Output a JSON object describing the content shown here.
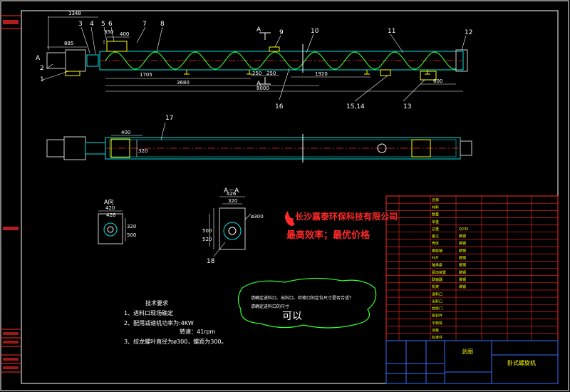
{
  "dimensions": {
    "top": [
      "1348",
      "885",
      "350",
      "400",
      "1705",
      "3680",
      "250",
      "250",
      "1920",
      "8000",
      "600"
    ],
    "plan": [
      "400",
      "320"
    ],
    "view_a": [
      "420",
      "426",
      "320",
      "500"
    ],
    "view_aa": [
      "426",
      "320",
      "500",
      "520",
      "ø300"
    ]
  },
  "part_numbers": [
    "1",
    "2",
    "3",
    "4",
    "5",
    "6",
    "7",
    "8",
    "9",
    "10",
    "11",
    "12",
    "13",
    "15,14",
    "16",
    "17",
    "18"
  ],
  "section_labels": {
    "a_arrow_top": "A",
    "a_arrow_bottom": "A",
    "a_marker_left": "A",
    "view_a": "A向",
    "view_aa": "A－A"
  },
  "company": {
    "name": "长沙嘉泰环保科技有限公司",
    "slogan": "最高效率；最优价格"
  },
  "tech_requirements": {
    "title": "技术要求",
    "items": [
      "1、进料口现场确定",
      "2、配用减速机功率为:4KW",
      "转速：41rpm",
      "3、绞龙螺叶直径为ø300，螺距为300。"
    ]
  },
  "cloud_note": {
    "lines": [
      "请确定进料口、出料口、检修口的定位尺寸是否合适？",
      "请确定进料口的尺寸"
    ],
    "reply": "可以"
  },
  "title_block": {
    "drawing_title": "总图",
    "product_name": "卧式螺旋机",
    "row_labels": [
      "名称",
      "材料",
      "数量",
      "单重",
      "总重",
      "备注",
      "壳体",
      "螺旋轴",
      "叶片",
      "轴承座",
      "驱动装置",
      "联轴器",
      "机架",
      "进料口",
      "出料口",
      "检修门",
      "密封件",
      "平衡铁",
      "涂装",
      "标准件"
    ],
    "row_values": [
      "Q235",
      "碳钢",
      "碳钢",
      "碳钢",
      "碳钢",
      "碳钢",
      "碳钢",
      "碳钢",
      "碳钢"
    ]
  },
  "colors": {
    "cyan": "#00e5e5",
    "yellow": "#ffff00",
    "green": "#33ff33",
    "red": "#ff2a2a",
    "white": "#ffffff",
    "magenta": "#ff33ff",
    "blue": "#3a6bff"
  }
}
